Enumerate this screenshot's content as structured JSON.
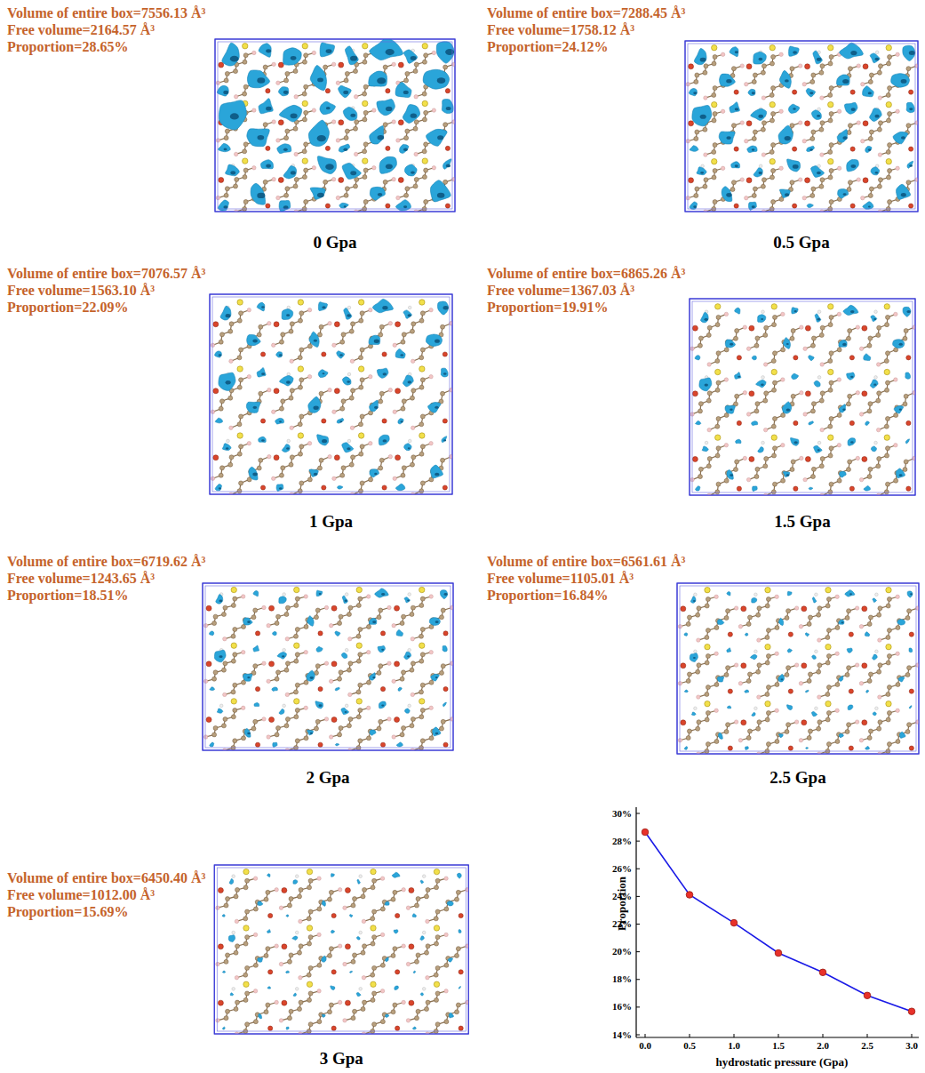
{
  "diagram": {
    "labels": [
      "Volume of entire box=7556.13 Å³",
      "Free volume=2164.57 Å³",
      "Proportion=28.65%",
      "0 Gpa",
      "Volume of entire box=7288.45 Å³",
      "Free volume=1758.12 Å³",
      "Proportion=24.12%",
      "0.5 Gpa",
      "Volume of entire box=7076.57 Å³",
      "Free volume=1563.10 Å³",
      "Proportion=22.09%",
      "1 Gpa",
      "Volume of entire box=6865.26 Å³",
      "Free volume=1367.03 Å³",
      "Proportion=19.91%",
      "1.5 Gpa",
      "Volume of entire box=6719.62 Å³",
      "Free volume=1243.65 Å³",
      "Proportion=18.51%",
      "2 Gpa",
      "Volume of entire box=6561.61 Å³",
      "Free volume=1105.01 Å³",
      "Proportion=16.84%",
      "2.5 Gpa",
      "Volume of entire box=6450.40 Å³",
      "Free volume=1012.00 Å³",
      "Proportion=15.69%",
      "3 Gpa",
      "30%",
      "28%",
      "26%",
      "24%",
      "22%",
      "20%",
      "18%",
      "16%",
      "14%",
      "0.0",
      "0.5",
      "1.0",
      "1.5",
      "2.0",
      "2.5",
      "3.0",
      "Proportion",
      "hydrostatic pressure (Gpa)"
    ]
  }
}
